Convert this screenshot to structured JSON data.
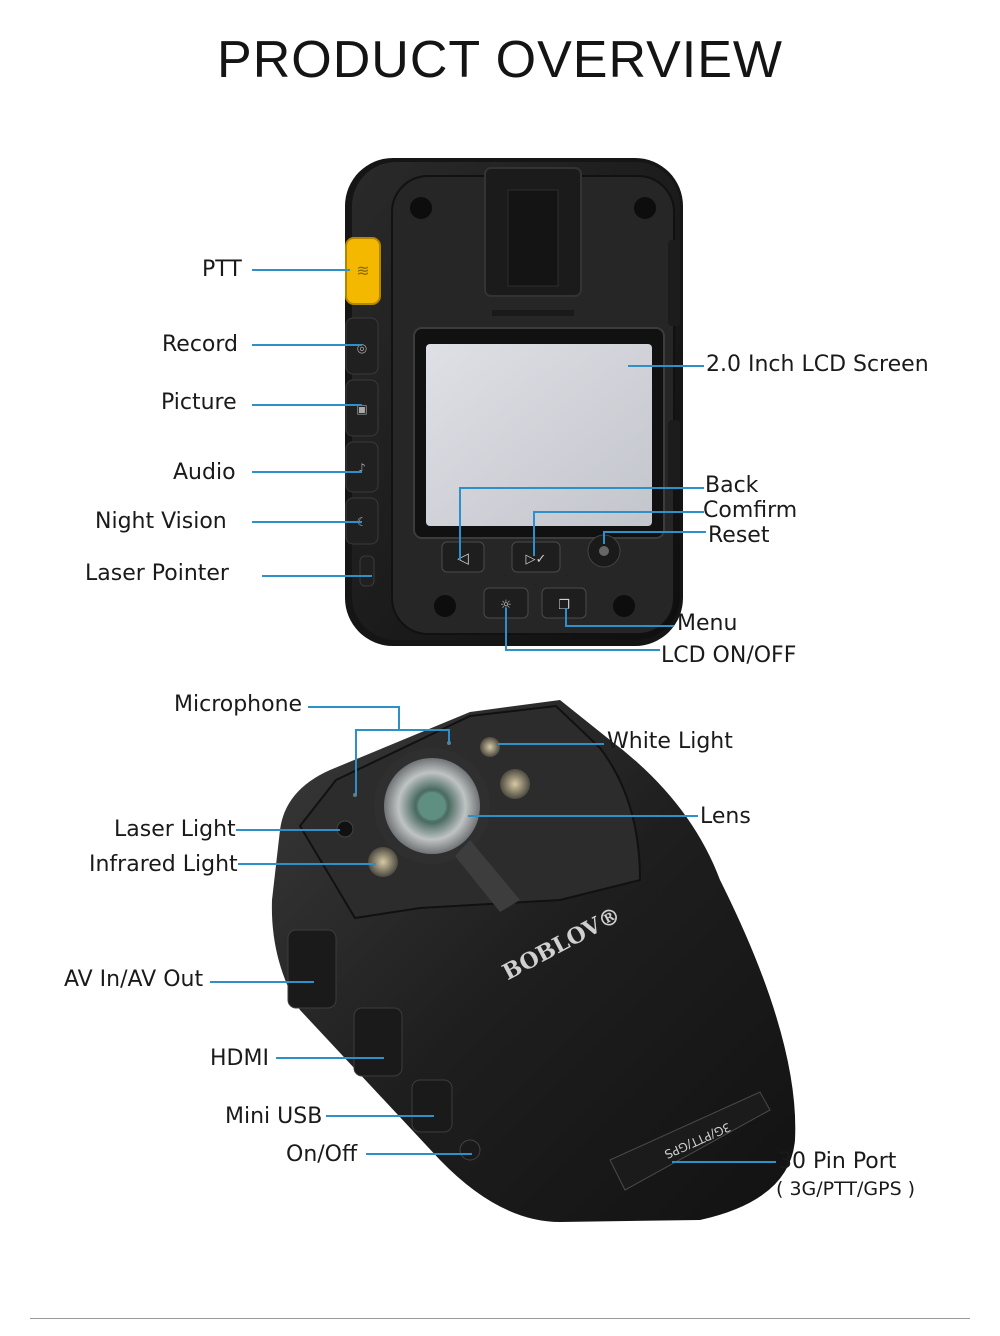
{
  "page_title": "PRODUCT OVERVIEW",
  "colors": {
    "callout_line": "#2f8fc9",
    "device_body": "#1c1c1c",
    "ptt_button": "#f5b800"
  },
  "rear_view": {
    "labels": {
      "ptt": "PTT",
      "record": "Record",
      "picture": "Picture",
      "audio": "Audio",
      "night_vision": "Night Vision",
      "laser_pointer": "Laser Pointer",
      "lcd_screen": "2.0 Inch LCD Screen",
      "back": "Back",
      "confirm": "Comfirm",
      "reset": "Reset",
      "menu": "Menu",
      "lcd_on_off": "LCD ON/OFF"
    }
  },
  "front_view": {
    "labels": {
      "microphone": "Microphone",
      "white_light": "White Light",
      "lens": "Lens",
      "laser_light": "Laser Light",
      "infrared_light": "Infrared Light",
      "av_in_out": "AV In/AV Out",
      "hdmi": "HDMI",
      "mini_usb": "Mini USB",
      "on_off": "On/Off",
      "pin_port": "30 Pin Port",
      "pin_port_sub": "( 3G/PTT/GPS )"
    },
    "brand_logo": "BOBLOV®",
    "port_text": "3G/PTT/GPS"
  }
}
